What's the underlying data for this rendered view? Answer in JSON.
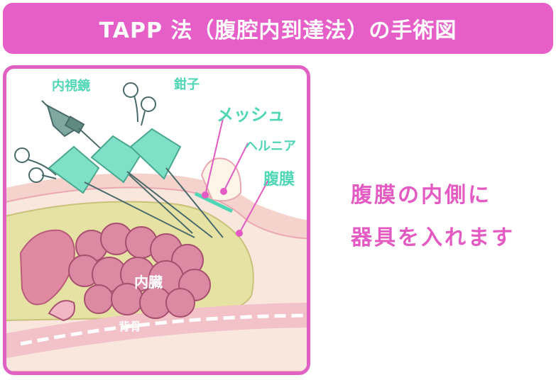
{
  "title": "TAPP 法（腹腔内到達法）の手術図",
  "labels": {
    "endoscope": "内視鏡",
    "forceps": "鉗子",
    "mesh": "メッシュ",
    "hernia": "ヘルニア",
    "peritoneum": "腹膜",
    "viscera": "内臓",
    "spine": "背骨"
  },
  "description": {
    "line1": "腹膜の内側に",
    "line2": "器具を入れます"
  },
  "colors": {
    "accent": "#e65fc9",
    "label": "#4fd6b5",
    "tissue": "#f6d2cc",
    "cavity": "#e6e2a4",
    "intestine": "#dc8aa4"
  }
}
